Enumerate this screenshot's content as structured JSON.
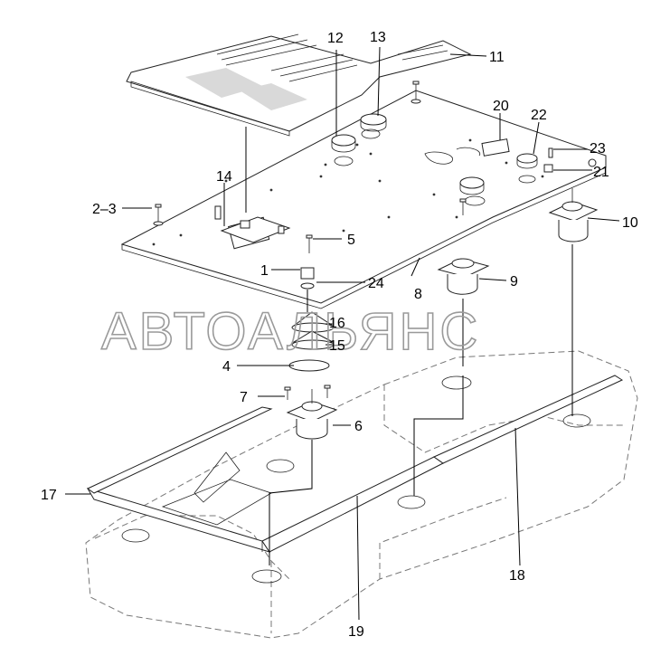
{
  "watermark": "АВТОАЛЬЯНС",
  "callouts": [
    {
      "id": "c11",
      "text": "11"
    },
    {
      "id": "c12",
      "text": "12"
    },
    {
      "id": "c13",
      "text": "13"
    },
    {
      "id": "c20",
      "text": "20"
    },
    {
      "id": "c22",
      "text": "22"
    },
    {
      "id": "c23",
      "text": "23"
    },
    {
      "id": "c21",
      "text": "21"
    },
    {
      "id": "c14",
      "text": "14"
    },
    {
      "id": "c2-3",
      "text": "2–3"
    },
    {
      "id": "c5",
      "text": "5"
    },
    {
      "id": "c10",
      "text": "10"
    },
    {
      "id": "c1",
      "text": "1"
    },
    {
      "id": "c24",
      "text": "24"
    },
    {
      "id": "c8",
      "text": "8"
    },
    {
      "id": "c9",
      "text": "9"
    },
    {
      "id": "c16",
      "text": "16"
    },
    {
      "id": "c15",
      "text": "15"
    },
    {
      "id": "c4",
      "text": "4"
    },
    {
      "id": "c7",
      "text": "7"
    },
    {
      "id": "c6",
      "text": "6"
    },
    {
      "id": "c17",
      "text": "17"
    },
    {
      "id": "c18",
      "text": "18"
    },
    {
      "id": "c19",
      "text": "19"
    }
  ]
}
